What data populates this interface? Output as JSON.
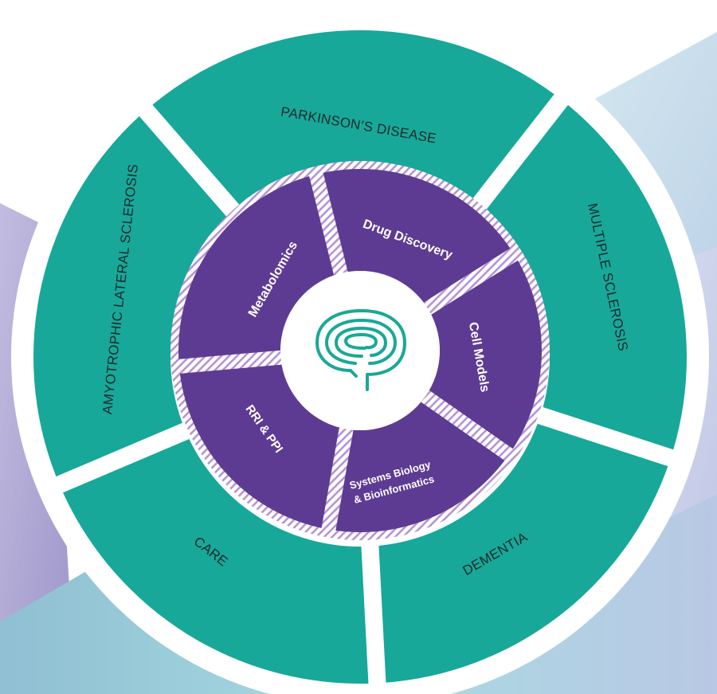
{
  "outer_ring": [
    {
      "id": "parkinsons",
      "label": "PARKINSON’S DISEASE"
    },
    {
      "id": "ms",
      "label": "MULTIPLE SCLEROSIS"
    },
    {
      "id": "dementia",
      "label": "DEMENTIA"
    },
    {
      "id": "care",
      "label": "CARE"
    },
    {
      "id": "als",
      "label": "AMYOTROPHIC LATERAL SCLEROSIS"
    }
  ],
  "inner_ring": [
    {
      "id": "drug-discovery",
      "lines": [
        "Drug Discovery"
      ]
    },
    {
      "id": "cell-models",
      "lines": [
        "Cell Models"
      ]
    },
    {
      "id": "systems-biology",
      "lines": [
        "Systems Biology",
        "& Bioinformatics"
      ]
    },
    {
      "id": "rri-ppi",
      "lines": [
        "RRI & PPI"
      ]
    },
    {
      "id": "metabolomics",
      "lines": [
        "Metabolomics"
      ]
    }
  ],
  "center": {
    "icon": "brain-icon"
  },
  "colors": {
    "outer_segment": "#17a89a",
    "inner_segment": "#5e3b93",
    "hatch_stripe": "#b594d4",
    "icon_stroke": "#1aa896",
    "background_purple": "#a9a0d0",
    "background_blue": "#b9d4e6",
    "background_teal": "#9dd3dc"
  }
}
